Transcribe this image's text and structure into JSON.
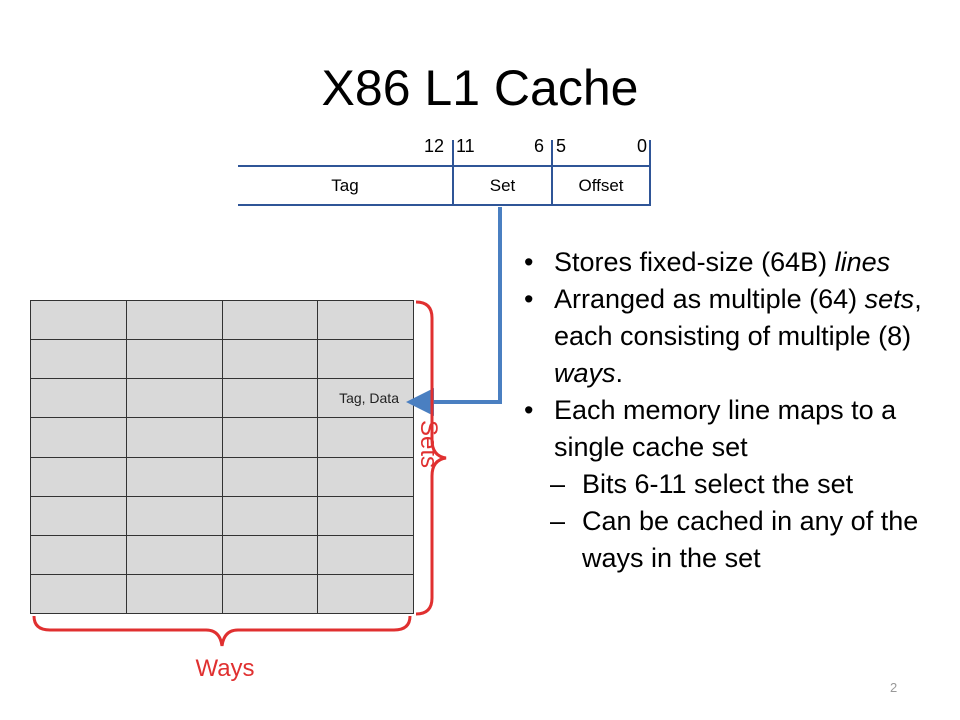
{
  "slide": {
    "title": "X86 L1 Cache",
    "page_number": "2"
  },
  "address": {
    "bit_numbers": [
      "12",
      "11",
      "6",
      "5",
      "0"
    ],
    "fields": [
      "Tag",
      "Set",
      "Offset"
    ]
  },
  "cache": {
    "rows": 8,
    "cols": 4,
    "highlight_cell_text": "Tag, Data",
    "sets_label": "Sets",
    "ways_label": "Ways"
  },
  "bullets": [
    {
      "level": 1,
      "parts": [
        "Stores fixed-size  (64B) ",
        {
          "i": "lines"
        }
      ]
    },
    {
      "level": 1,
      "parts": [
        "Arranged as multiple (64) ",
        {
          "i": "sets"
        },
        ", each consisting of multiple  (8) ",
        {
          "i": "ways"
        },
        "."
      ]
    },
    {
      "level": 1,
      "parts": [
        "Each memory line maps to a single cache set"
      ]
    },
    {
      "level": 2,
      "parts": [
        "Bits 6-11 select the set"
      ]
    },
    {
      "level": 2,
      "parts": [
        "Can be cached in any of the ways in the set"
      ]
    }
  ],
  "colors": {
    "arrow": "#4a7fc1",
    "brace": "#e03030",
    "cell_fill": "#d9d9d9",
    "address_line": "#2f5597"
  }
}
